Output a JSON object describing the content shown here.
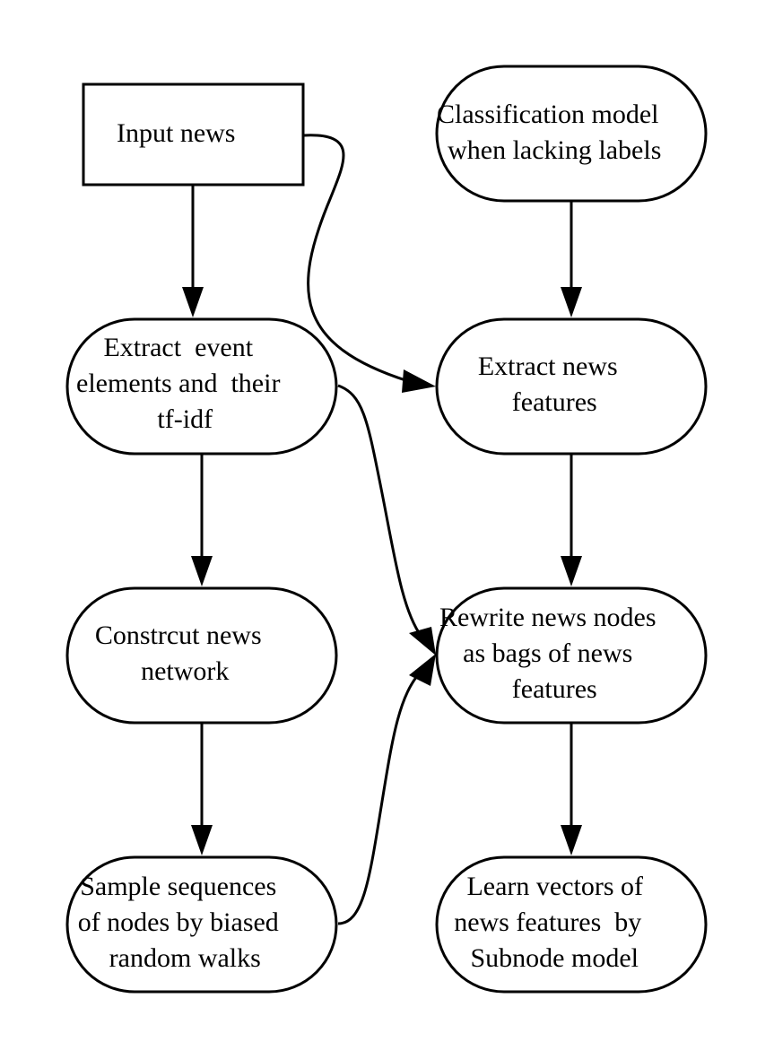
{
  "nodes": {
    "input_news": {
      "lines": [
        "Input news"
      ]
    },
    "classification_model": {
      "lines": [
        "Classification model",
        "when lacking labels"
      ]
    },
    "extract_event_elements": {
      "lines": [
        "Extract  event",
        "elements and  their",
        "tf-idf"
      ]
    },
    "extract_news_features": {
      "lines": [
        "Extract news",
        "features"
      ]
    },
    "construct_news_network": {
      "lines": [
        "Constrcut news",
        "network"
      ]
    },
    "rewrite_news_nodes": {
      "lines": [
        "Rewrite news nodes",
        "as bags of news",
        "features"
      ]
    },
    "sample_sequences": {
      "lines": [
        "Sample sequences",
        "of nodes by biased",
        "random walks"
      ]
    },
    "learn_vectors": {
      "lines": [
        "Learn vectors of",
        "news features  by",
        "Subnode model"
      ]
    }
  },
  "edges": [
    {
      "from": "input_news",
      "to": "extract_event_elements"
    },
    {
      "from": "input_news",
      "to": "extract_news_features"
    },
    {
      "from": "classification_model",
      "to": "extract_news_features"
    },
    {
      "from": "extract_event_elements",
      "to": "construct_news_network"
    },
    {
      "from": "extract_event_elements",
      "to": "rewrite_news_nodes"
    },
    {
      "from": "extract_news_features",
      "to": "rewrite_news_nodes"
    },
    {
      "from": "construct_news_network",
      "to": "sample_sequences"
    },
    {
      "from": "sample_sequences",
      "to": "rewrite_news_nodes"
    },
    {
      "from": "rewrite_news_nodes",
      "to": "learn_vectors"
    }
  ]
}
